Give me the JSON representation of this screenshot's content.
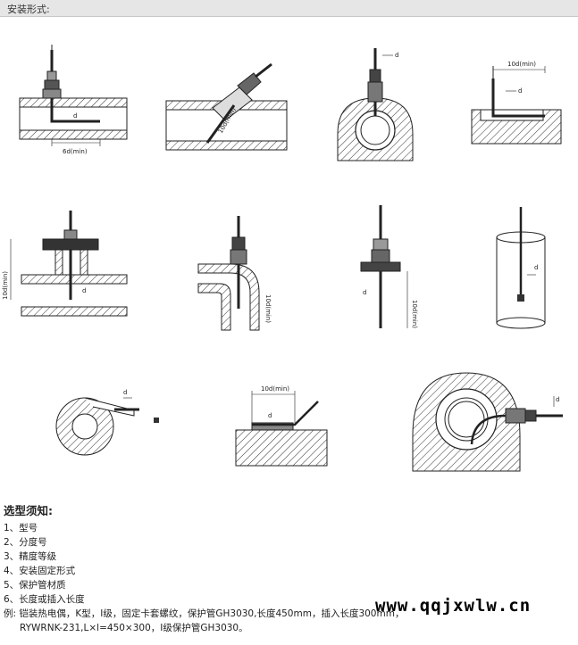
{
  "header": {
    "title": "安装形式:"
  },
  "dims": {
    "d": "d",
    "six_d_min": "6d(min)",
    "ten_d_min": "10d(min)"
  },
  "notes": {
    "heading": "选型须知:",
    "items": [
      "1、型号",
      "2、分度号",
      "3、精度等级",
      "4、安装固定形式",
      "5、保护管材质",
      "6、长度或插入长度"
    ],
    "example_line1": "例: 铠装热电偶，K型，I级，固定卡套螺纹，保护管GH3030,长度450mm，插入长度300mm，",
    "example_line2": "RYWRNK-231,L×l=450×300，I级保护管GH3030。"
  },
  "watermark": "www.qqjxwlw.cn"
}
